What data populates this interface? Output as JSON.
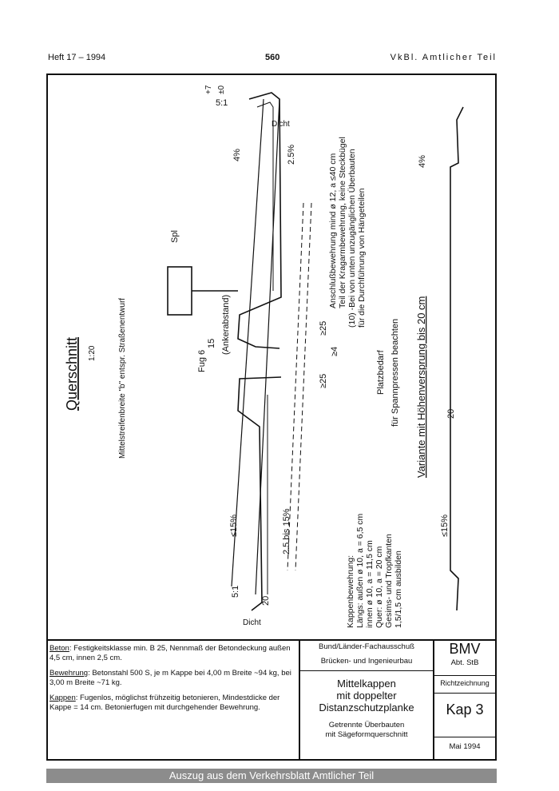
{
  "header": {
    "left": "Heft 17 – 1994",
    "page": "560",
    "right": "VkBl. Amtlicher Teil"
  },
  "drawing": {
    "title": "Querschnitt",
    "scale": "1:20",
    "median_text": "Mittelstreifenbreite \"b\" entspr. Straßenentwurf",
    "spl": "Spl",
    "fug": "Fug 6",
    "anker": "(Ankerabstand)",
    "dim_15": "15",
    "dim_20": "20",
    "dim_ge25_a": "≥25",
    "dim_ge25_b": "≥25",
    "dim_ge4": "≥4",
    "slope_4_left": "4%",
    "slope_25": "2.5%",
    "slope_4_right": "4%",
    "slope_le15_left": "≤15%",
    "slope_range": "2.5 bis 15%",
    "slope_le15_right": "≤15%",
    "slope_20": "20",
    "ratio_top": "5:1",
    "ratio_bottom": "5:1",
    "plus7": "+7",
    "pm0": "±0",
    "dicht_top": "Dicht",
    "dicht_bottom": "Dicht",
    "kappen_lines": [
      "Kappenbewehrung:",
      "Längs: außen ø 10, a = 6,5 cm",
      "innen ø 10, a = 11,5 cm",
      "Quer: ø 10, a = 20 cm",
      "Gesims- und Tropfkanten",
      "1,5/1,5 cm ausbilden"
    ],
    "anschluss_lines": [
      "Anschlußbewehrung mind ø 12, a ≤40 cm",
      "Teil der Kragarmbewehrung, keine Steckbügel"
    ],
    "ueberbau_lines": [
      "(10) -Bei von unten unzugänglichen Überbauten",
      "für die Durchführung von Hängeteilen"
    ],
    "platz": "Platzbedarf",
    "spann": "für Spannpressen beachten",
    "variante": "Variante mit Höhenversprung bis 20 cm"
  },
  "notes": [
    {
      "label": "Beton",
      "text": ": Festigkeitsklasse min. B 25, Nennmaß der Betondeckung außen 4,5 cm, innen 2,5 cm."
    },
    {
      "label": "Bewehrung",
      "text": ": Betonstahl 500 S, je m Kappe bei 4,00 m Breite ~94 kg, bei 3,00 m Breite ~71 kg."
    },
    {
      "label": "Kappen",
      "text": ": Fugenlos, möglichst frühzeitig betonieren, Mindestdicke der Kappe = 14 cm. Betonierfugen mit durchgehender Bewehrung."
    }
  ],
  "title_block": {
    "committee": "Bund/Länder-Fachausschuß",
    "dept": "Brücken- und Ingenieurbau",
    "title_lines": [
      "Mittelkappen",
      "mit doppelter",
      "Distanzschutzplanke"
    ],
    "subtitle_lines": [
      "Getrennte Überbauten",
      "mit Sägeformquerschnitt"
    ],
    "org": "BMV",
    "abt": "Abt. StB",
    "type": "Richtzeichnung",
    "code": "Kap 3",
    "date": "Mai 1994"
  },
  "footer": "Auszug aus dem Verkehrsblatt Amtlicher Teil"
}
